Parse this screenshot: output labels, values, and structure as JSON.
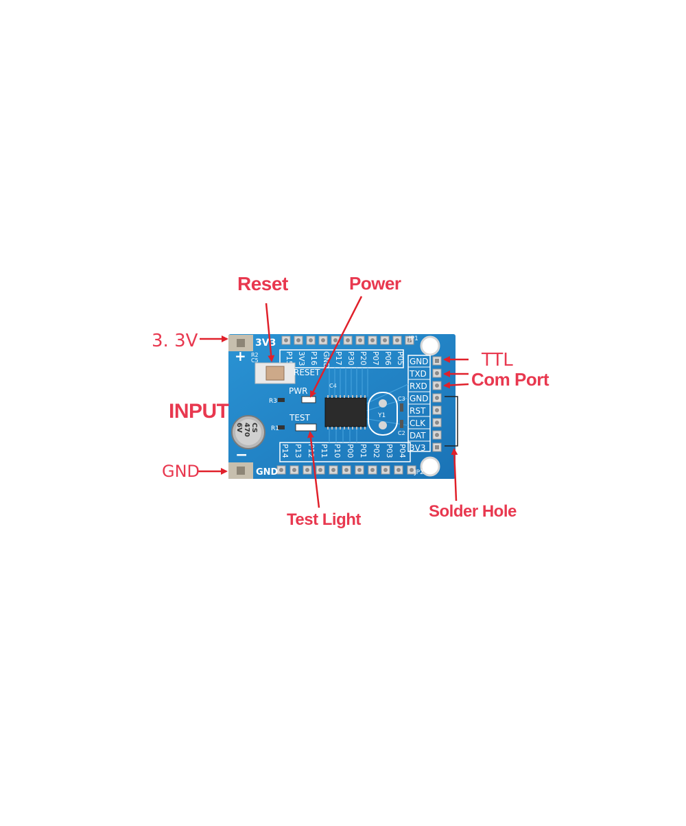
{
  "callouts": {
    "reset": "Reset",
    "power": "Power",
    "v33": "3. 3V",
    "input": "INPUT",
    "gnd": "GND",
    "ttl": "TTL",
    "com_port": "Com Port",
    "test_light": "Test Light",
    "solder_hole": "Solder Hole"
  },
  "board": {
    "top_left_label": "3V3",
    "bottom_left_label": "GND",
    "jp1": "JP1",
    "jp2": "JP2",
    "reset_text": "RESET",
    "pwr_text": "PWR",
    "test_text": "TEST",
    "crystal": "Y1",
    "plus": "+",
    "minus": "−",
    "capacitor": [
      "CS",
      "470",
      "6V"
    ],
    "parts": [
      "R2",
      "C5",
      "R3",
      "R1",
      "C4",
      "C3",
      "C2"
    ],
    "top_pins": [
      "P15",
      "3V3",
      "P16",
      "GND",
      "P17",
      "P30",
      "P20",
      "P07",
      "P06",
      "P05"
    ],
    "bottom_pins": [
      "P14",
      "P13",
      "P12",
      "P11",
      "P10",
      "P00",
      "P01",
      "P02",
      "P03",
      "P04"
    ],
    "right_pins": [
      "GND",
      "TXD",
      "RXD",
      "GND",
      "RST",
      "CLK",
      "DAT",
      "3V3"
    ]
  },
  "colors": {
    "label_red": "#e8384f",
    "arrow_red": "#e0202a",
    "pcb_blue": "#1f86c9",
    "silkscreen": "#ffffff"
  }
}
